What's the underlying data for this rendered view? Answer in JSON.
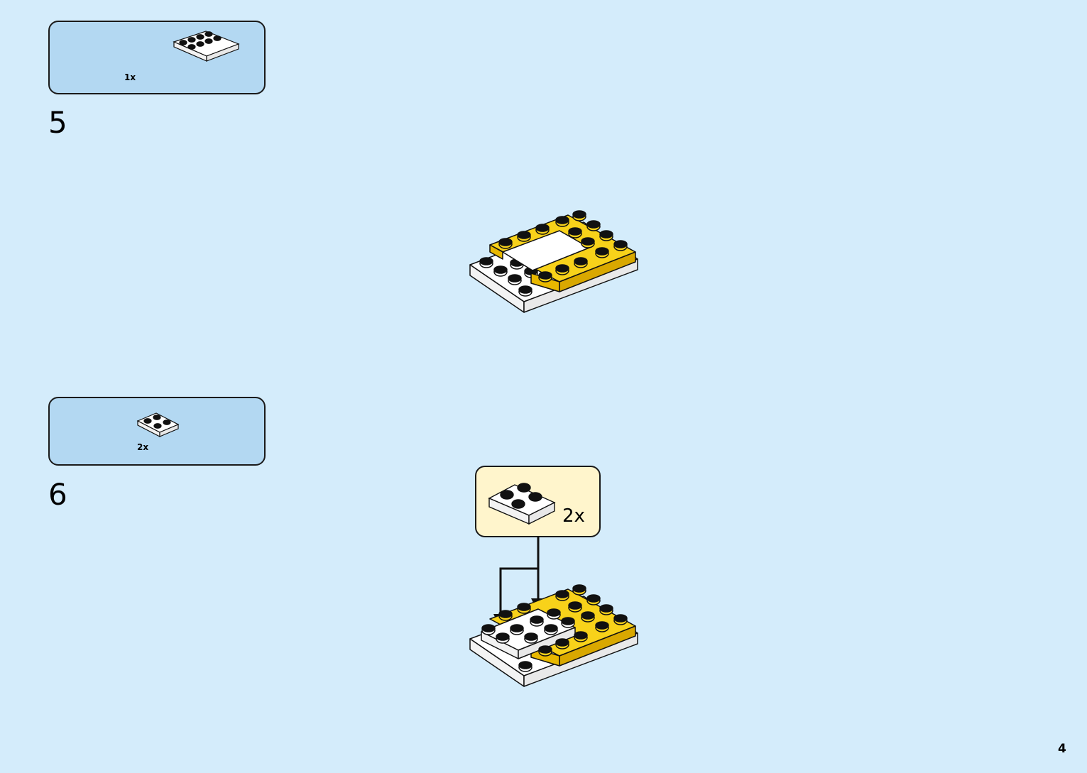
{
  "steps": [
    {
      "number": "5",
      "parts": {
        "quantity": "1x",
        "part": "white-plate-2x4"
      }
    },
    {
      "number": "6",
      "parts": {
        "quantity": "2x",
        "part": "white-plate-2x2"
      },
      "callout": {
        "quantity": "2x",
        "part": "white-plate-2x2"
      }
    }
  ],
  "colors": {
    "background": "#d4ecfb",
    "parts_box": "#b3d8f2",
    "callout": "#fff5cc",
    "yellow": "#f8d21a",
    "white_brick": "#ffffff"
  },
  "page_number": "4"
}
